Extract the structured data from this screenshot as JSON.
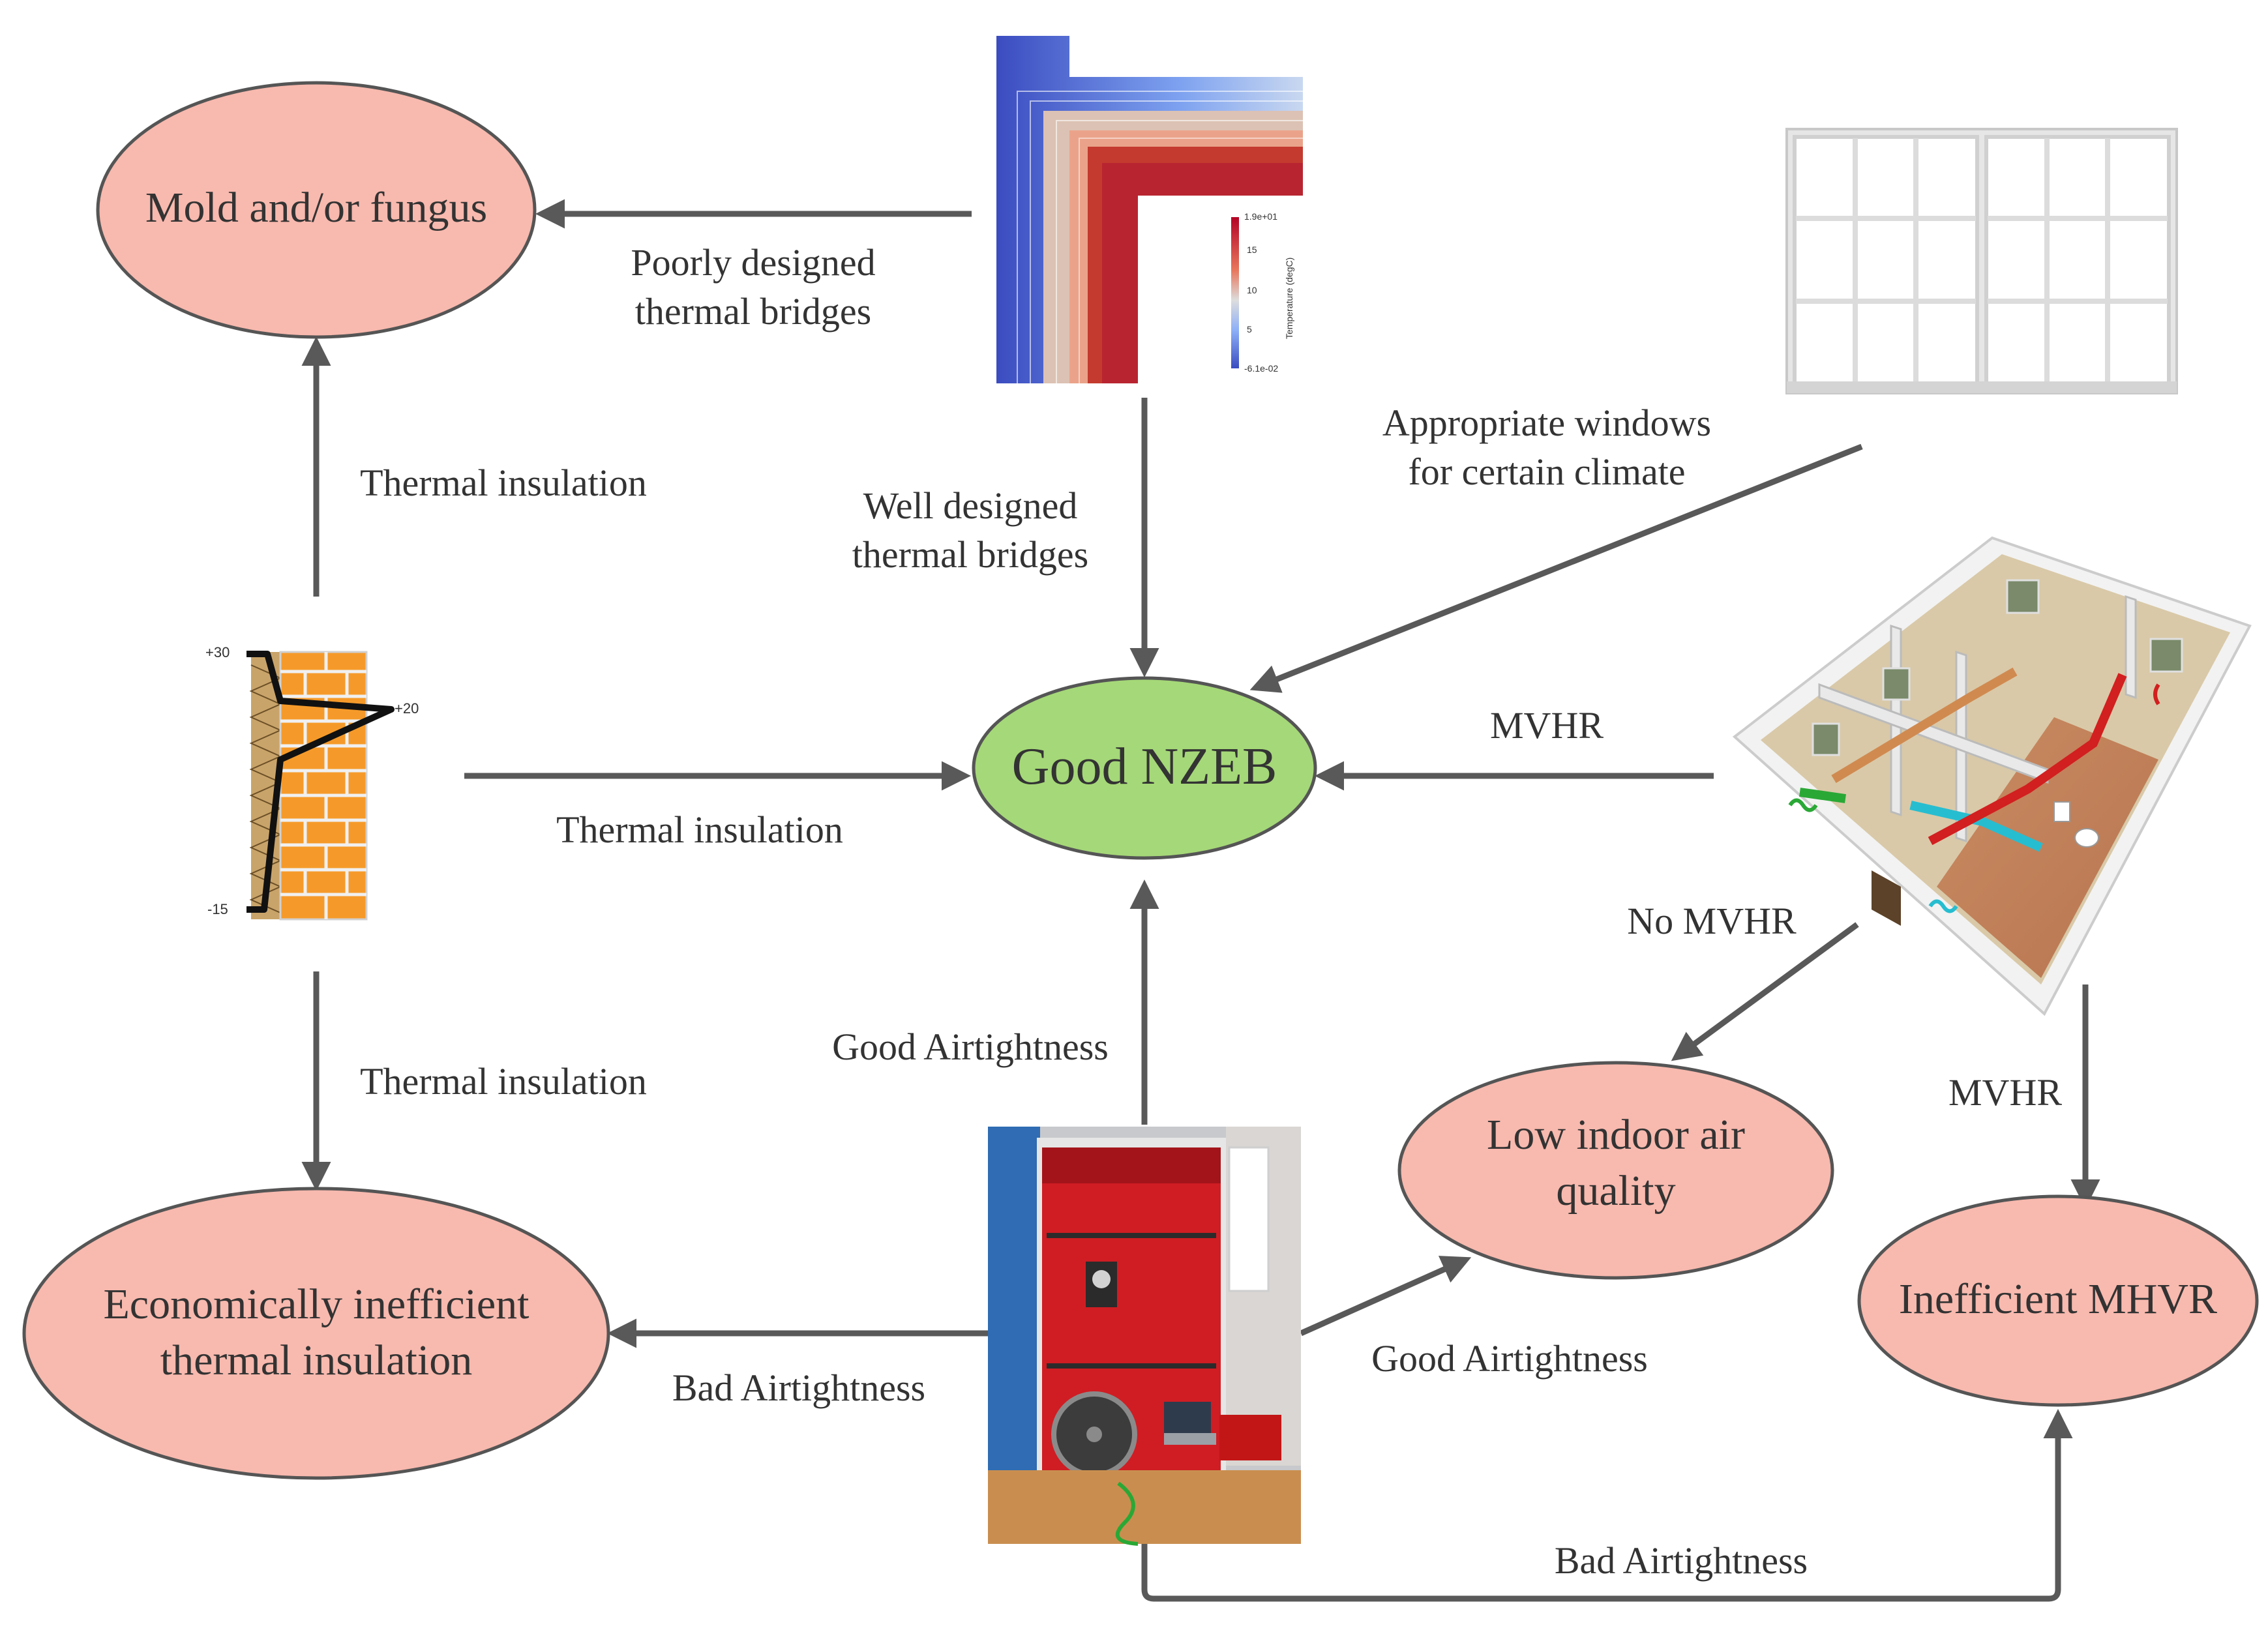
{
  "colors": {
    "good": "#a5d878",
    "bad": "#f8b9ae",
    "stroke": "#555555",
    "arrow": "#595959"
  },
  "nodes": {
    "mold": "Mold and/or fungus",
    "good_nzeb": "Good NZEB",
    "econ_line1": "Economically inefficient",
    "econ_line2": "thermal insulation",
    "low_iaq_line1": "Low indoor air",
    "low_iaq_line2": "quality",
    "ineff_mhvr": "Inefficient MHVR"
  },
  "edges": {
    "poor_bridges_line1": "Poorly designed",
    "poor_bridges_line2": "thermal bridges",
    "well_bridges_line1": "Well designed",
    "well_bridges_line2": "thermal bridges",
    "windows_line1": "Appropriate windows",
    "windows_line2": "for certain climate",
    "thermal_insulation_up": "Thermal insulation",
    "thermal_insulation_right": "Thermal insulation",
    "thermal_insulation_down": "Thermal insulation",
    "mvhr_left": "MVHR",
    "no_mvhr": "No MVHR",
    "mvhr_down": "MVHR",
    "good_airtightness_up": "Good Airtightness",
    "good_airtightness_right": "Good Airtightness",
    "bad_airtightness_left": "Bad Airtightness",
    "bad_airtightness_bottom": "Bad Airtightness"
  },
  "images": {
    "thermal_sim_icon": "thermal-bridge-simulation-icon",
    "window_icon": "window-icon",
    "wall_icon": "insulated-brick-wall-icon",
    "house_icon": "mvhr-house-icon",
    "blower_door_icon": "blower-door-test-icon",
    "legend": {
      "max": "1.9e+01",
      "t15": "15",
      "t10": "10",
      "t5": "5",
      "min": "-6.1e-02",
      "title": "Temperature (degC)"
    },
    "wall_labels": {
      "top": "+30",
      "mid": "+20",
      "bottom": "-15"
    }
  }
}
